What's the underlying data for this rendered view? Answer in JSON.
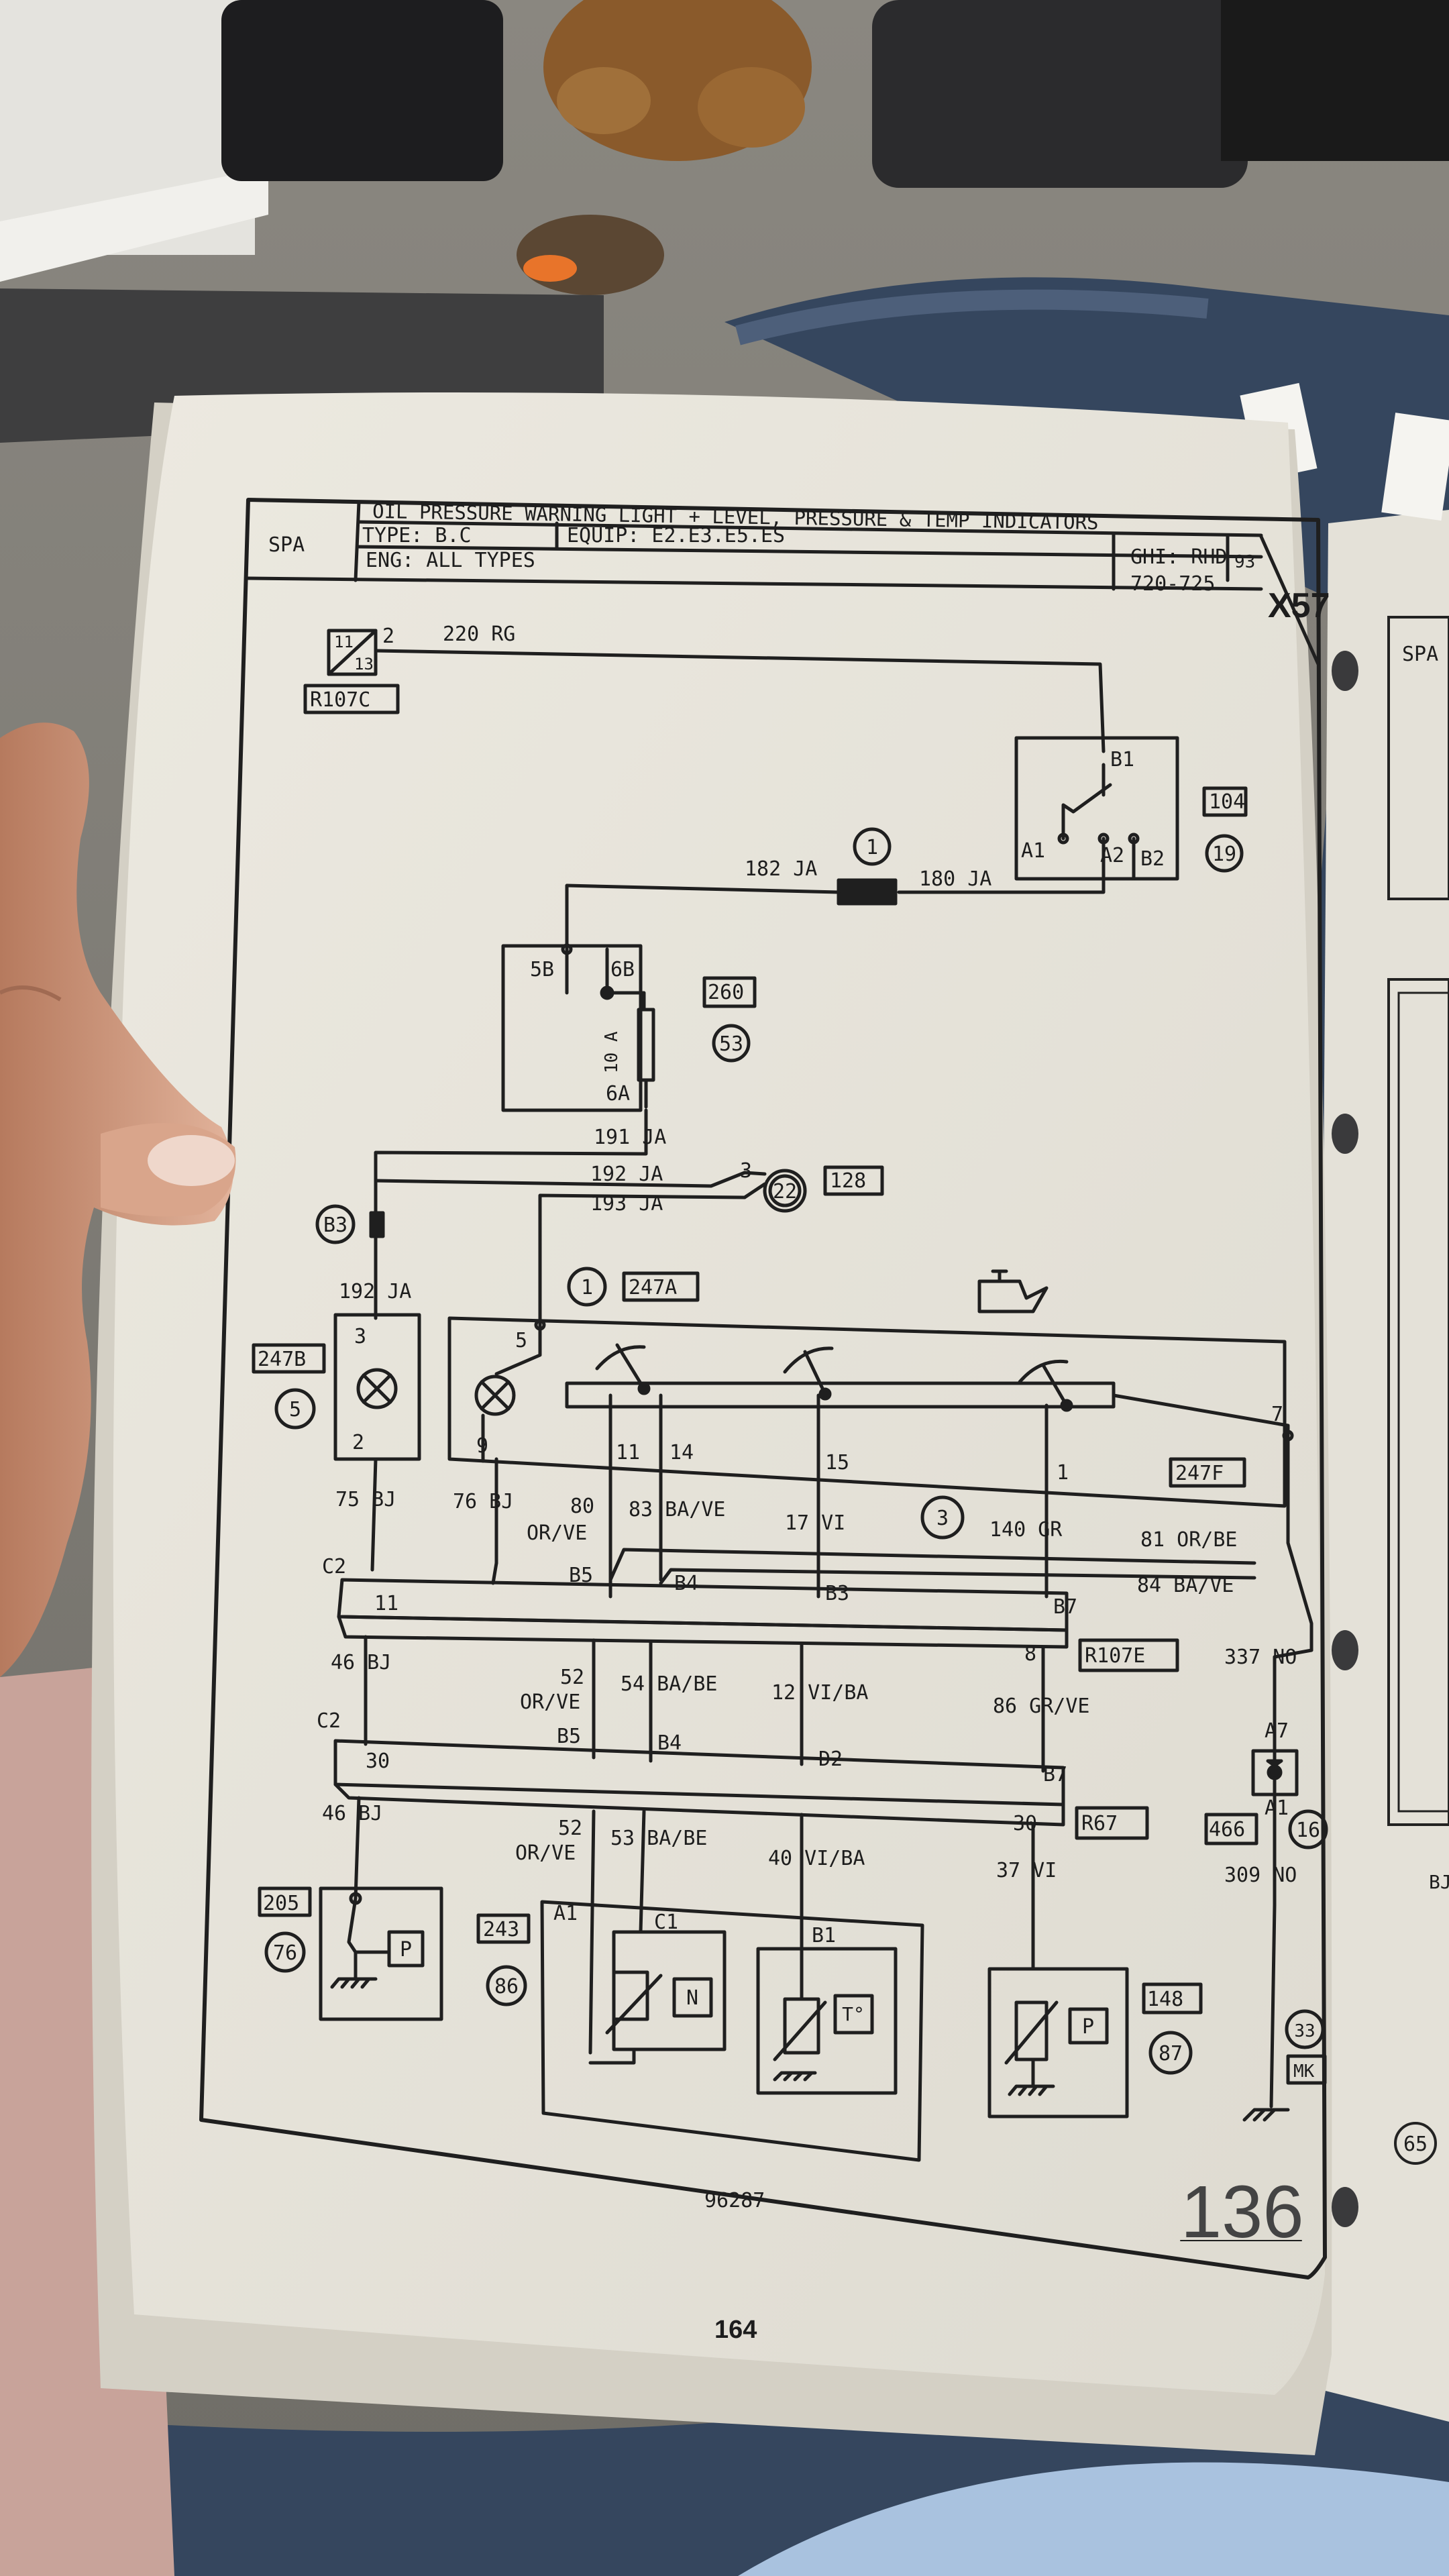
{
  "header": {
    "code": "SPA",
    "title": "OIL PRESSURE WARNING LIGHT + LEVEL, PRESSURE & TEMP INDICATORS",
    "type": "TYPE: B.C",
    "equip": "EQUIP: E2.E3.E5.ES",
    "eng": "ENG: ALL TYPES",
    "ghi": "GHI: RHD",
    "range": "720-725",
    "sheet": "93",
    "section": "X57"
  },
  "components": {
    "r107c": {
      "label": "R107C",
      "pin_a": "11",
      "pin_b": "13",
      "pin_out": "2"
    },
    "switch104": {
      "ref": "104",
      "circle": "19",
      "b1": "B1",
      "a1": "A1",
      "a2": "A2",
      "b2": "B2"
    },
    "fuse260": {
      "ref": "260",
      "circle": "53",
      "p1": "5B",
      "p2": "6B",
      "p3": "6A",
      "rating": "10 A"
    },
    "splice1": {
      "circle": "1"
    },
    "c128": {
      "ref": "128",
      "circle": "22",
      "pin": "3"
    },
    "b3": {
      "label": "B3"
    },
    "lamp247b": {
      "ref": "247B",
      "circle": "5",
      "pin_top": "3",
      "pin_bot": "2"
    },
    "panel247a": {
      "circle": "1",
      "ref": "247A"
    },
    "cluster247f": {
      "ref": "247F",
      "pins": [
        "5",
        "9",
        "11",
        "14",
        "15",
        "1",
        "7"
      ]
    },
    "circle3": {
      "label": "3"
    },
    "conn_r107e": {
      "ref": "R107E",
      "left_pin": "11",
      "right_pin": "8",
      "c2": "C2",
      "b5": "B5",
      "b4": "B4",
      "b3": "B3",
      "b7": "B7"
    },
    "conn_r67": {
      "ref": "R67",
      "left_pin": "30",
      "right_pin": "30",
      "c2": "C2",
      "b5": "B5",
      "b4": "B4",
      "d2": "D2",
      "b7": "B7"
    },
    "diode466": {
      "ref": "466",
      "circle": "16",
      "a7": "A7",
      "a1": "A1"
    },
    "sensor205": {
      "ref": "205",
      "circle": "76",
      "sym": "P"
    },
    "sensor243": {
      "ref": "243",
      "circle": "86",
      "a1": "A1",
      "c1": "C1",
      "b1": "B1",
      "sym1": "N",
      "sym2": "T°"
    },
    "sensor148": {
      "ref": "148",
      "circle": "87",
      "sym": "P"
    },
    "ground33": {
      "circle": "33",
      "label": "MK"
    }
  },
  "wires": {
    "w220": "220 RG",
    "w182": "182 JA",
    "w180": "180 JA",
    "w191": "191 JA",
    "w192a": "192 JA",
    "w193": "193 JA",
    "w192b": "192 JA",
    "w75": "75 BJ",
    "w76": "76 BJ",
    "w80a": "80",
    "w80b": "OR/VE",
    "w83": "83 BA/VE",
    "w17": "17 VI",
    "w140": "140 GR",
    "w81": "81 OR/BE",
    "w84": "84 BA/VE",
    "w46a": "46 BJ",
    "w52a": "52",
    "w52b": "OR/VE",
    "w54": "54 BA/BE",
    "w12": "12 VI/BA",
    "w86": "86 GR/VE",
    "w337": "337 NO",
    "w46b": "46 BJ",
    "w52c": "52",
    "w52d": "OR/VE",
    "w53": "53 BA/BE",
    "w40": "40 VI/BA",
    "w37": "37 VI",
    "w309": "309 NO"
  },
  "footer": {
    "drawing_no": "96287",
    "page_stamp": "136",
    "page_no": "164"
  },
  "right_page": {
    "code": "SPA",
    "ground": "65",
    "fragment": "BJ/"
  }
}
